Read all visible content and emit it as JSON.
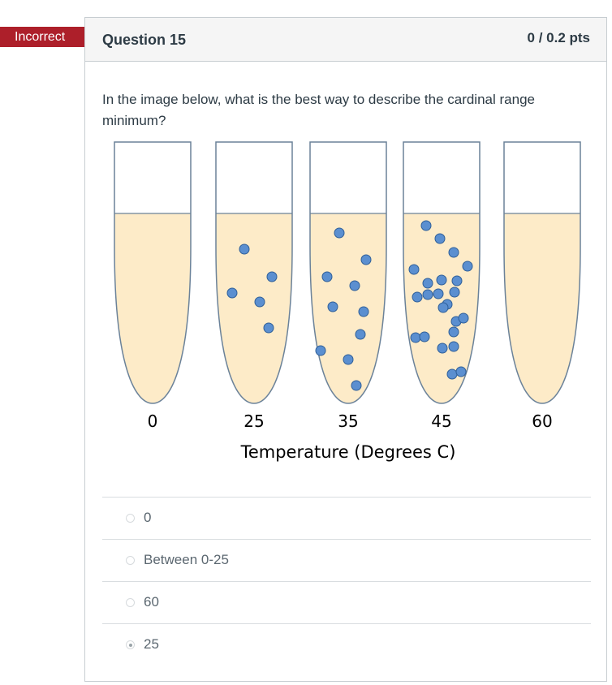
{
  "status_flag": "Incorrect",
  "question": {
    "title": "Question 15",
    "points": "0 / 0.2 pts",
    "text": "In the image below, what is the best way to describe the cardinal range minimum?"
  },
  "figure": {
    "tubes": [
      {
        "label": "0"
      },
      {
        "label": "25"
      },
      {
        "label": "35"
      },
      {
        "label": "45"
      },
      {
        "label": "60"
      }
    ],
    "axis_title": "Temperature (Degrees C)",
    "colors": {
      "liquid": "#fdebc8",
      "outline": "#6b8299",
      "dot": "#5b8fd0",
      "dot_outline": "#2f5f99"
    }
  },
  "answers": [
    {
      "label": "0",
      "selected": false
    },
    {
      "label": "Between 0-25",
      "selected": false
    },
    {
      "label": "60",
      "selected": false
    },
    {
      "label": "25",
      "selected": true
    }
  ]
}
